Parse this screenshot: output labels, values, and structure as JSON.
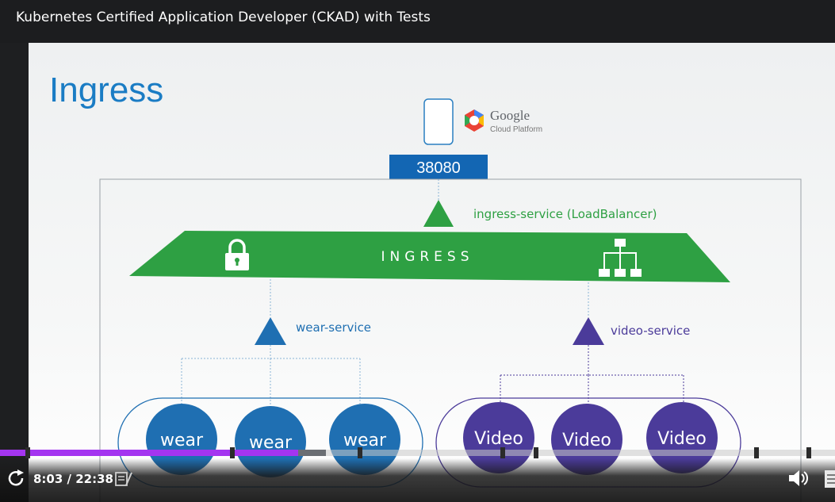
{
  "course_title": "Kubernetes Certified Application Developer (CKAD) with Tests",
  "slide": {
    "heading": "Ingress",
    "google_logo_word": "Google",
    "google_logo_sub": "Cloud Platform",
    "port": "38080",
    "ingress_service_label": "ingress-service (LoadBalancer)",
    "ingress_label": "INGRESS",
    "wear_service_label": "wear-service",
    "video_service_label": "video-service",
    "wear_pods": [
      "wear",
      "wear",
      "wear"
    ],
    "video_pods": [
      "Video",
      "Video",
      "Video"
    ]
  },
  "colors": {
    "heading_blue": "#1a7cc4",
    "ingress_green": "#2ea043",
    "wear_blue": "#1f6fb2",
    "video_purple": "#4b3b9a",
    "progress_purple": "#a435f0"
  },
  "player": {
    "time": "8:03 / 22:38",
    "progress_fraction": 0.357,
    "icons": [
      "replay-icon",
      "notes-icon",
      "volume-icon",
      "transcript-icon"
    ]
  }
}
